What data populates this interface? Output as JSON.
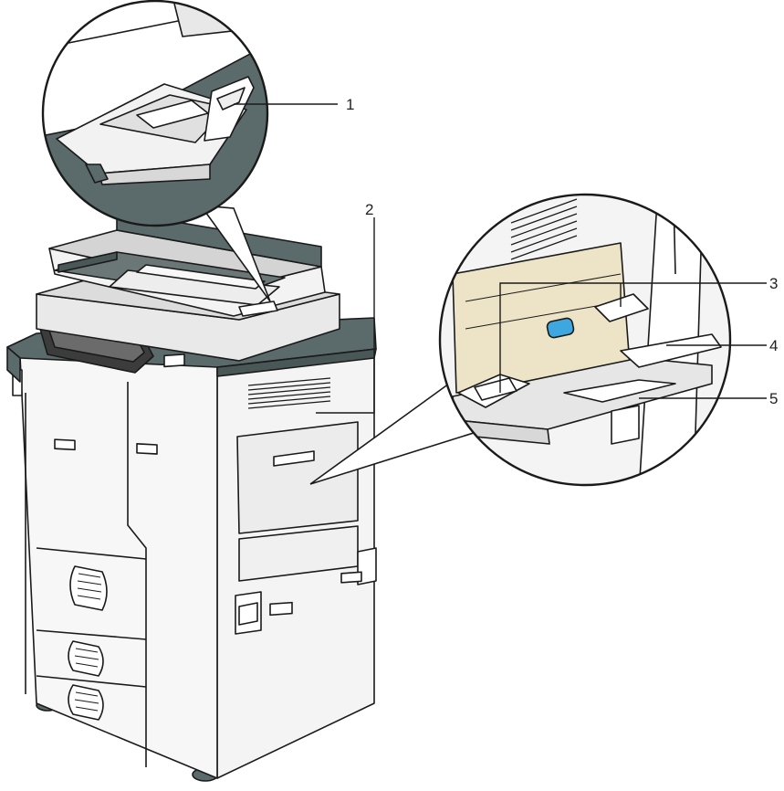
{
  "figure": {
    "subject": "multifunction-printer-front-right-view",
    "callouts": [
      {
        "number": "1"
      },
      {
        "number": "2"
      },
      {
        "number": "3"
      },
      {
        "number": "4"
      },
      {
        "number": "5"
      }
    ],
    "colors": {
      "line": "#1a1a1a",
      "body_light": "#f2f2f2",
      "body_mid": "#d9d9d9",
      "accent_dark": "#5b6a6a",
      "screen": "#3c3c3c",
      "wall_cream": "#ede4c7",
      "roller_blue": "#3fa7e0"
    }
  }
}
